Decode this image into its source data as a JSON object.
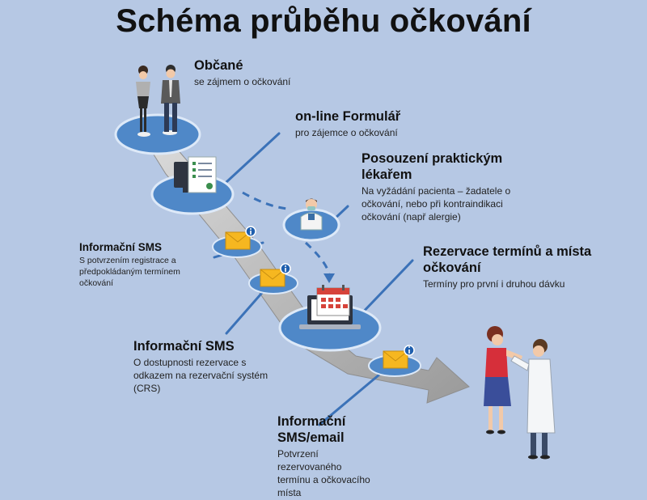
{
  "title": "Schéma průběhu očkování",
  "steps": [
    {
      "heading": "Občané",
      "desc": "se zájmem o očkování"
    },
    {
      "heading": "on-line Formulář",
      "desc": "pro zájemce o očkování"
    },
    {
      "heading": "Posouzení praktickým lékařem",
      "desc": "Na vyžádání pacienta – žadatele o očkování, nebo při kontraindikaci očkování (např alergie)"
    },
    {
      "heading": "Informační SMS",
      "desc": "S potvrzením registrace a předpokládaným termínem očkování"
    },
    {
      "heading": "Rezervace termínů a místa očkování",
      "desc": "Termíny pro první i druhou dávku"
    },
    {
      "heading": "Informační SMS",
      "desc": "O dostupnosti rezervace s odkazem na rezervační systém (CRS)"
    },
    {
      "heading": "Informační SMS/email",
      "desc": "Potvrzení rezervovaného termínu a očkovacího místa"
    }
  ],
  "colors": {
    "background": "#b6c8e4",
    "platform": "#4f88c8",
    "platform_edge": "#dde9f8",
    "path": "#a9a9a9",
    "connector": "#3b72b8",
    "envelope": "#f6b720",
    "info_badge": "#1f5fae"
  },
  "icons": [
    "citizens-icon",
    "form-monitor-icon",
    "doctor-icon",
    "envelope-icon",
    "info-icon",
    "laptop-calendar-icon",
    "vaccination-icon"
  ]
}
